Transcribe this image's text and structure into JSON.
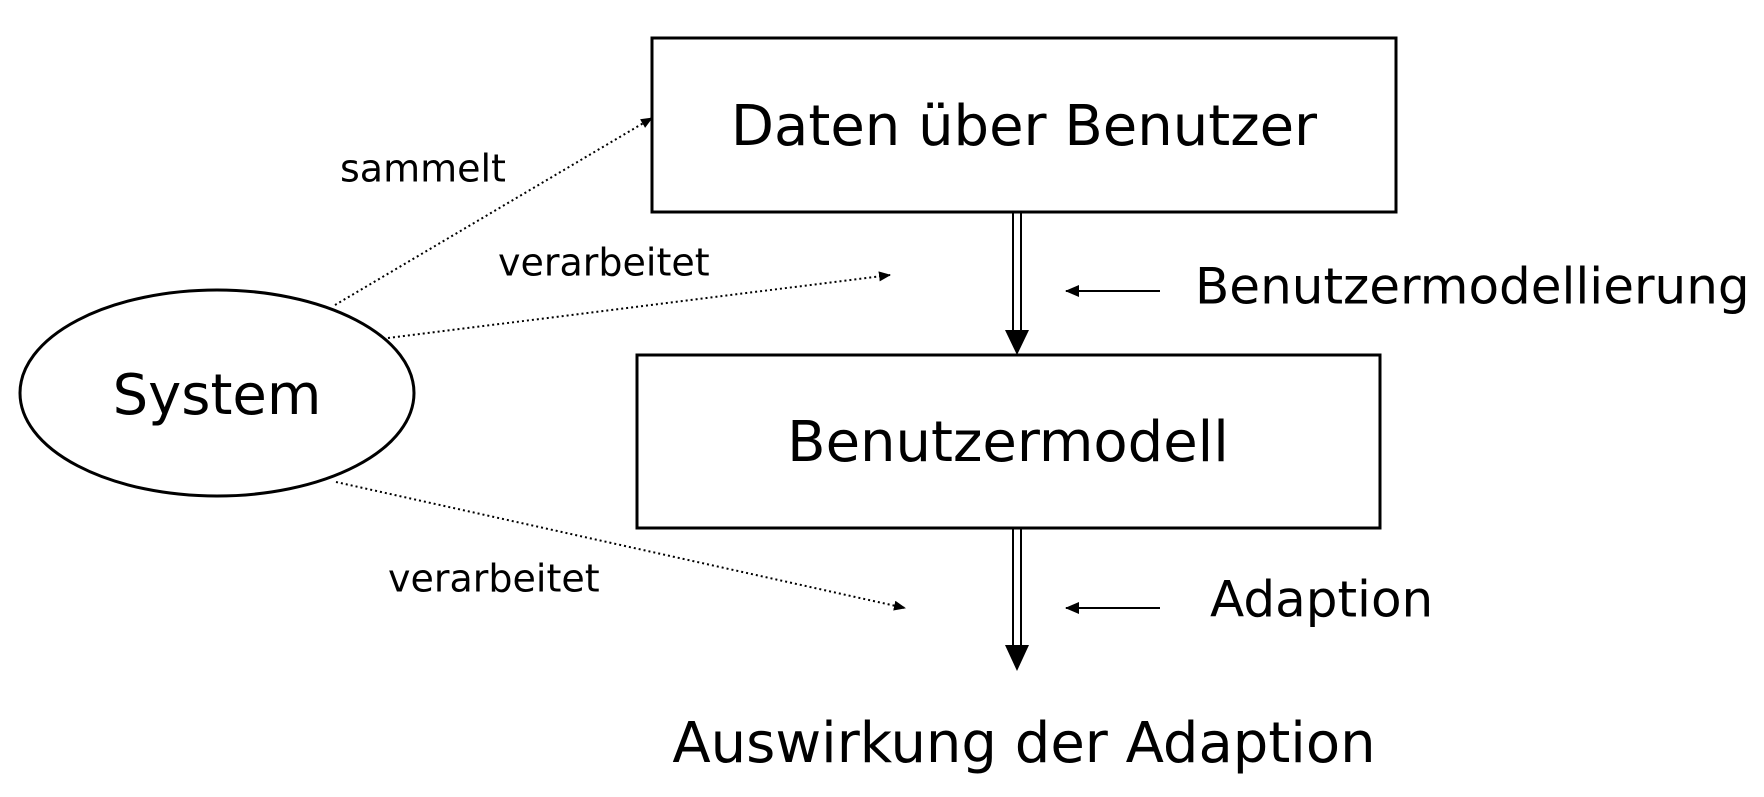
{
  "nodes": {
    "system": "System",
    "daten": "Daten über Benutzer",
    "modell": "Benutzermodell",
    "auswirkung": "Auswirkung der Adaption"
  },
  "steps": {
    "modellierung": "Benutzermodellierung",
    "adaption": "Adaption"
  },
  "edges": {
    "sammelt": "sammelt",
    "verarbeitet_daten": "verarbeitet",
    "verarbeitet_modell": "verarbeitet"
  }
}
